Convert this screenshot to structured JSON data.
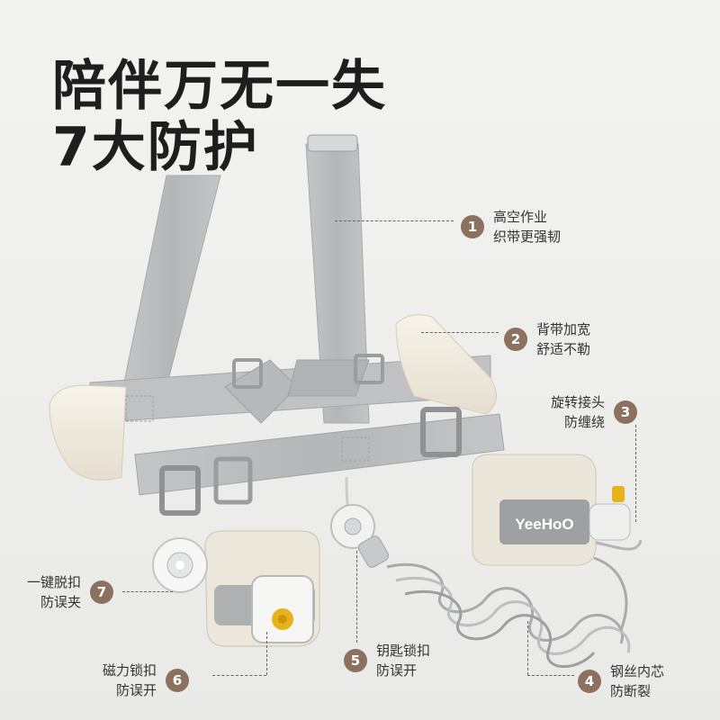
{
  "headline": {
    "line1": "陪伴万无一失",
    "line2": "7大防护"
  },
  "brand": "YeeHoO",
  "colors": {
    "badge": "#8c7160",
    "background": "#efefed",
    "strap": "#b9bbbd",
    "padding": "#f1ecdf",
    "button": "#e8b21c"
  },
  "features": [
    {
      "num": "1",
      "line1": "高空作业",
      "line2": "织带更强韧"
    },
    {
      "num": "2",
      "line1": "背带加宽",
      "line2": "舒适不勒"
    },
    {
      "num": "3",
      "line1": "旋转接头",
      "line2": "防缠绕"
    },
    {
      "num": "4",
      "line1": "钢丝内芯",
      "line2": "防断裂"
    },
    {
      "num": "5",
      "line1": "钥匙锁扣",
      "line2": "防误开"
    },
    {
      "num": "6",
      "line1": "磁力锁扣",
      "line2": "防误开"
    },
    {
      "num": "7",
      "line1": "一键脱扣",
      "line2": "防误夹"
    }
  ]
}
